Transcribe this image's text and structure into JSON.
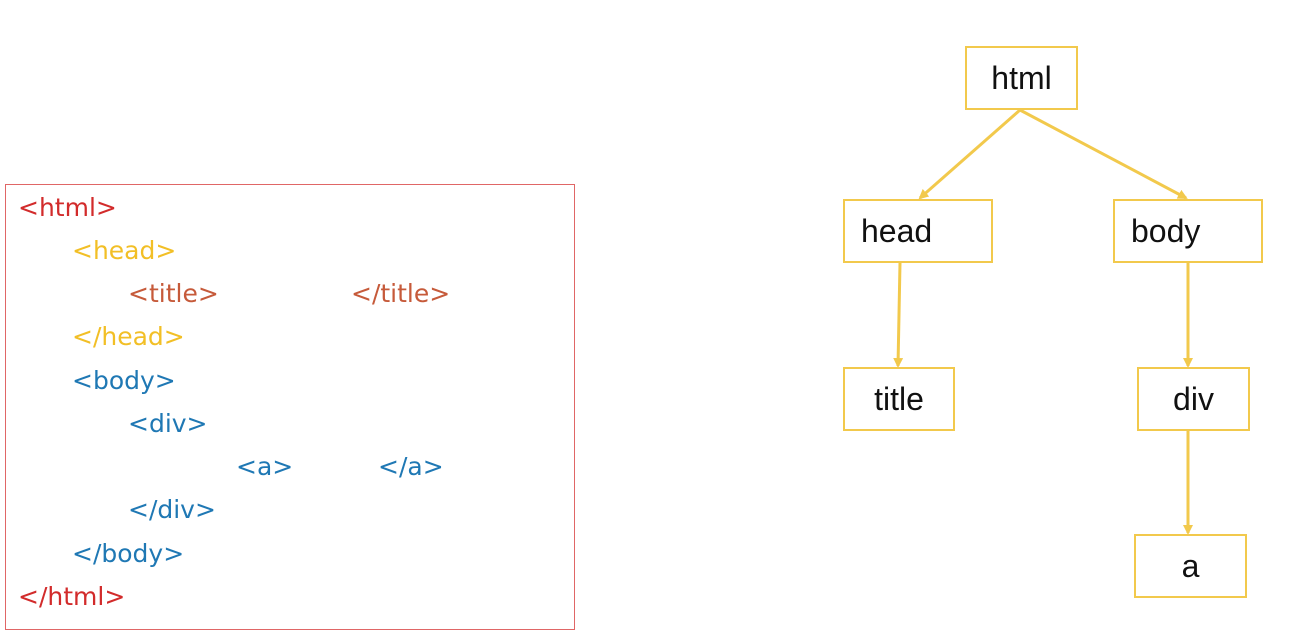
{
  "code": {
    "lines": [
      {
        "text": "<html>",
        "color_role": "html"
      },
      {
        "text": "<head>",
        "color_role": "head"
      },
      {
        "text": "<title>",
        "color_role": "title"
      },
      {
        "text": "</title>",
        "color_role": "title"
      },
      {
        "text": "</head>",
        "color_role": "head"
      },
      {
        "text": "<body>",
        "color_role": "body"
      },
      {
        "text": "<div>",
        "color_role": "body"
      },
      {
        "text": "<a>",
        "color_role": "body"
      },
      {
        "text": "</a>",
        "color_role": "body"
      },
      {
        "text": "</div>",
        "color_role": "body"
      },
      {
        "text": "</body>",
        "color_role": "body"
      },
      {
        "text": "</html>",
        "color_role": "html"
      }
    ]
  },
  "tree": {
    "nodes": {
      "html": "html",
      "head": "head",
      "body": "body",
      "title": "title",
      "div": "div",
      "a": "a"
    }
  },
  "colors": {
    "html_tag": "#d22b2b",
    "head_tag": "#f2bf26",
    "title_tag": "#c65a3a",
    "body_tag": "#1f78b4",
    "tree_stroke": "#f2c94c",
    "code_border": "#e06666"
  }
}
